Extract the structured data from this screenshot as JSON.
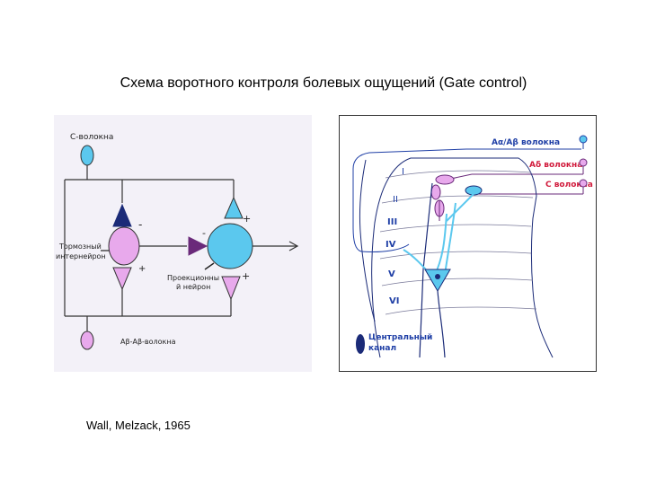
{
  "title": "Схема воротного контроля болевых ощущений (Gate control)",
  "caption": "Wall, Melzack, 1965",
  "left_diagram": {
    "c_fibers": "С-волокна",
    "inhibitory_line1": "Тормозный",
    "inhibitory_line2": "интернейрон",
    "projection_line1": "Проекционны",
    "projection_line2": "й нейрон",
    "ab_fibers": "Аβ-Аβ-волокна",
    "plus": "+",
    "minus": "-"
  },
  "right_diagram": {
    "aa_ab_fibers": "Аα/Аβ волокна",
    "ad_fibers": "Аδ волокна",
    "c_fibers": "С волокна",
    "central_canal_line1": "Центральный",
    "central_canal_line2": "канал",
    "lamina_labels": [
      "I",
      "II",
      "III",
      "IV",
      "V",
      "VI"
    ]
  },
  "colors": {
    "panel_bg": "#f3f1f8",
    "neuron_fill": "#e8a9ec",
    "lightblue": "#5bc8ee",
    "navy": "#1b2b78",
    "dark_purple": "#6a2a7a",
    "red_label": "#d11b3c",
    "blue_label": "#1f3fa6"
  }
}
